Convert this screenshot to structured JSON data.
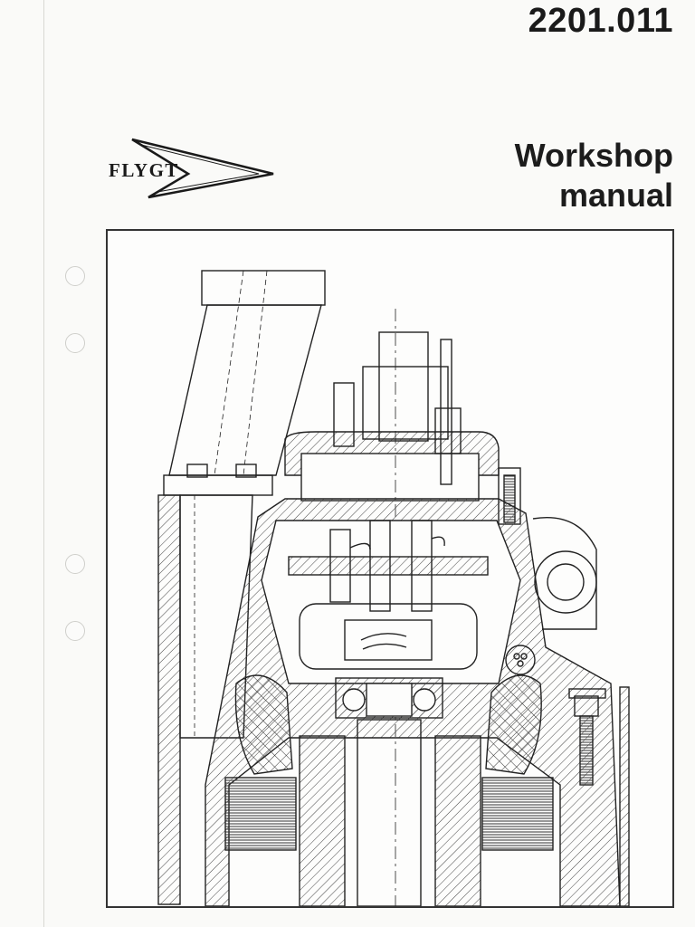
{
  "header": {
    "document_number": "2201.011",
    "title_line_1": "Workshop",
    "title_line_2": "manual"
  },
  "logo": {
    "brand": "FLYGT",
    "icon": "flygt-arrow-logo-icon"
  },
  "figure": {
    "icon": "pump-cross-section-drawing-icon"
  }
}
